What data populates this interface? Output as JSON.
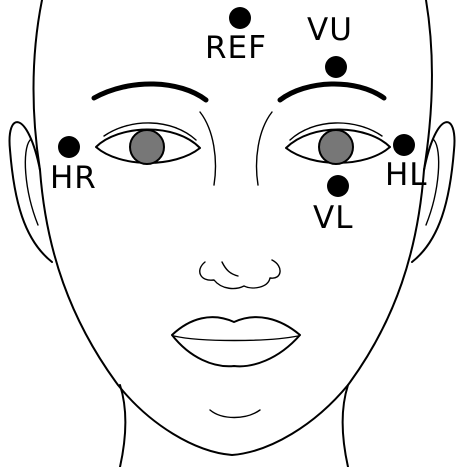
{
  "electrodes": [
    {
      "id": "ref",
      "label": "REF"
    },
    {
      "id": "vu",
      "label": "VU"
    },
    {
      "id": "hr",
      "label": "HR"
    },
    {
      "id": "hl",
      "label": "HL"
    },
    {
      "id": "vl",
      "label": "VL"
    }
  ],
  "colors": {
    "ink": "#000000",
    "background": "#ffffff",
    "electrode_fill": "#000000"
  }
}
